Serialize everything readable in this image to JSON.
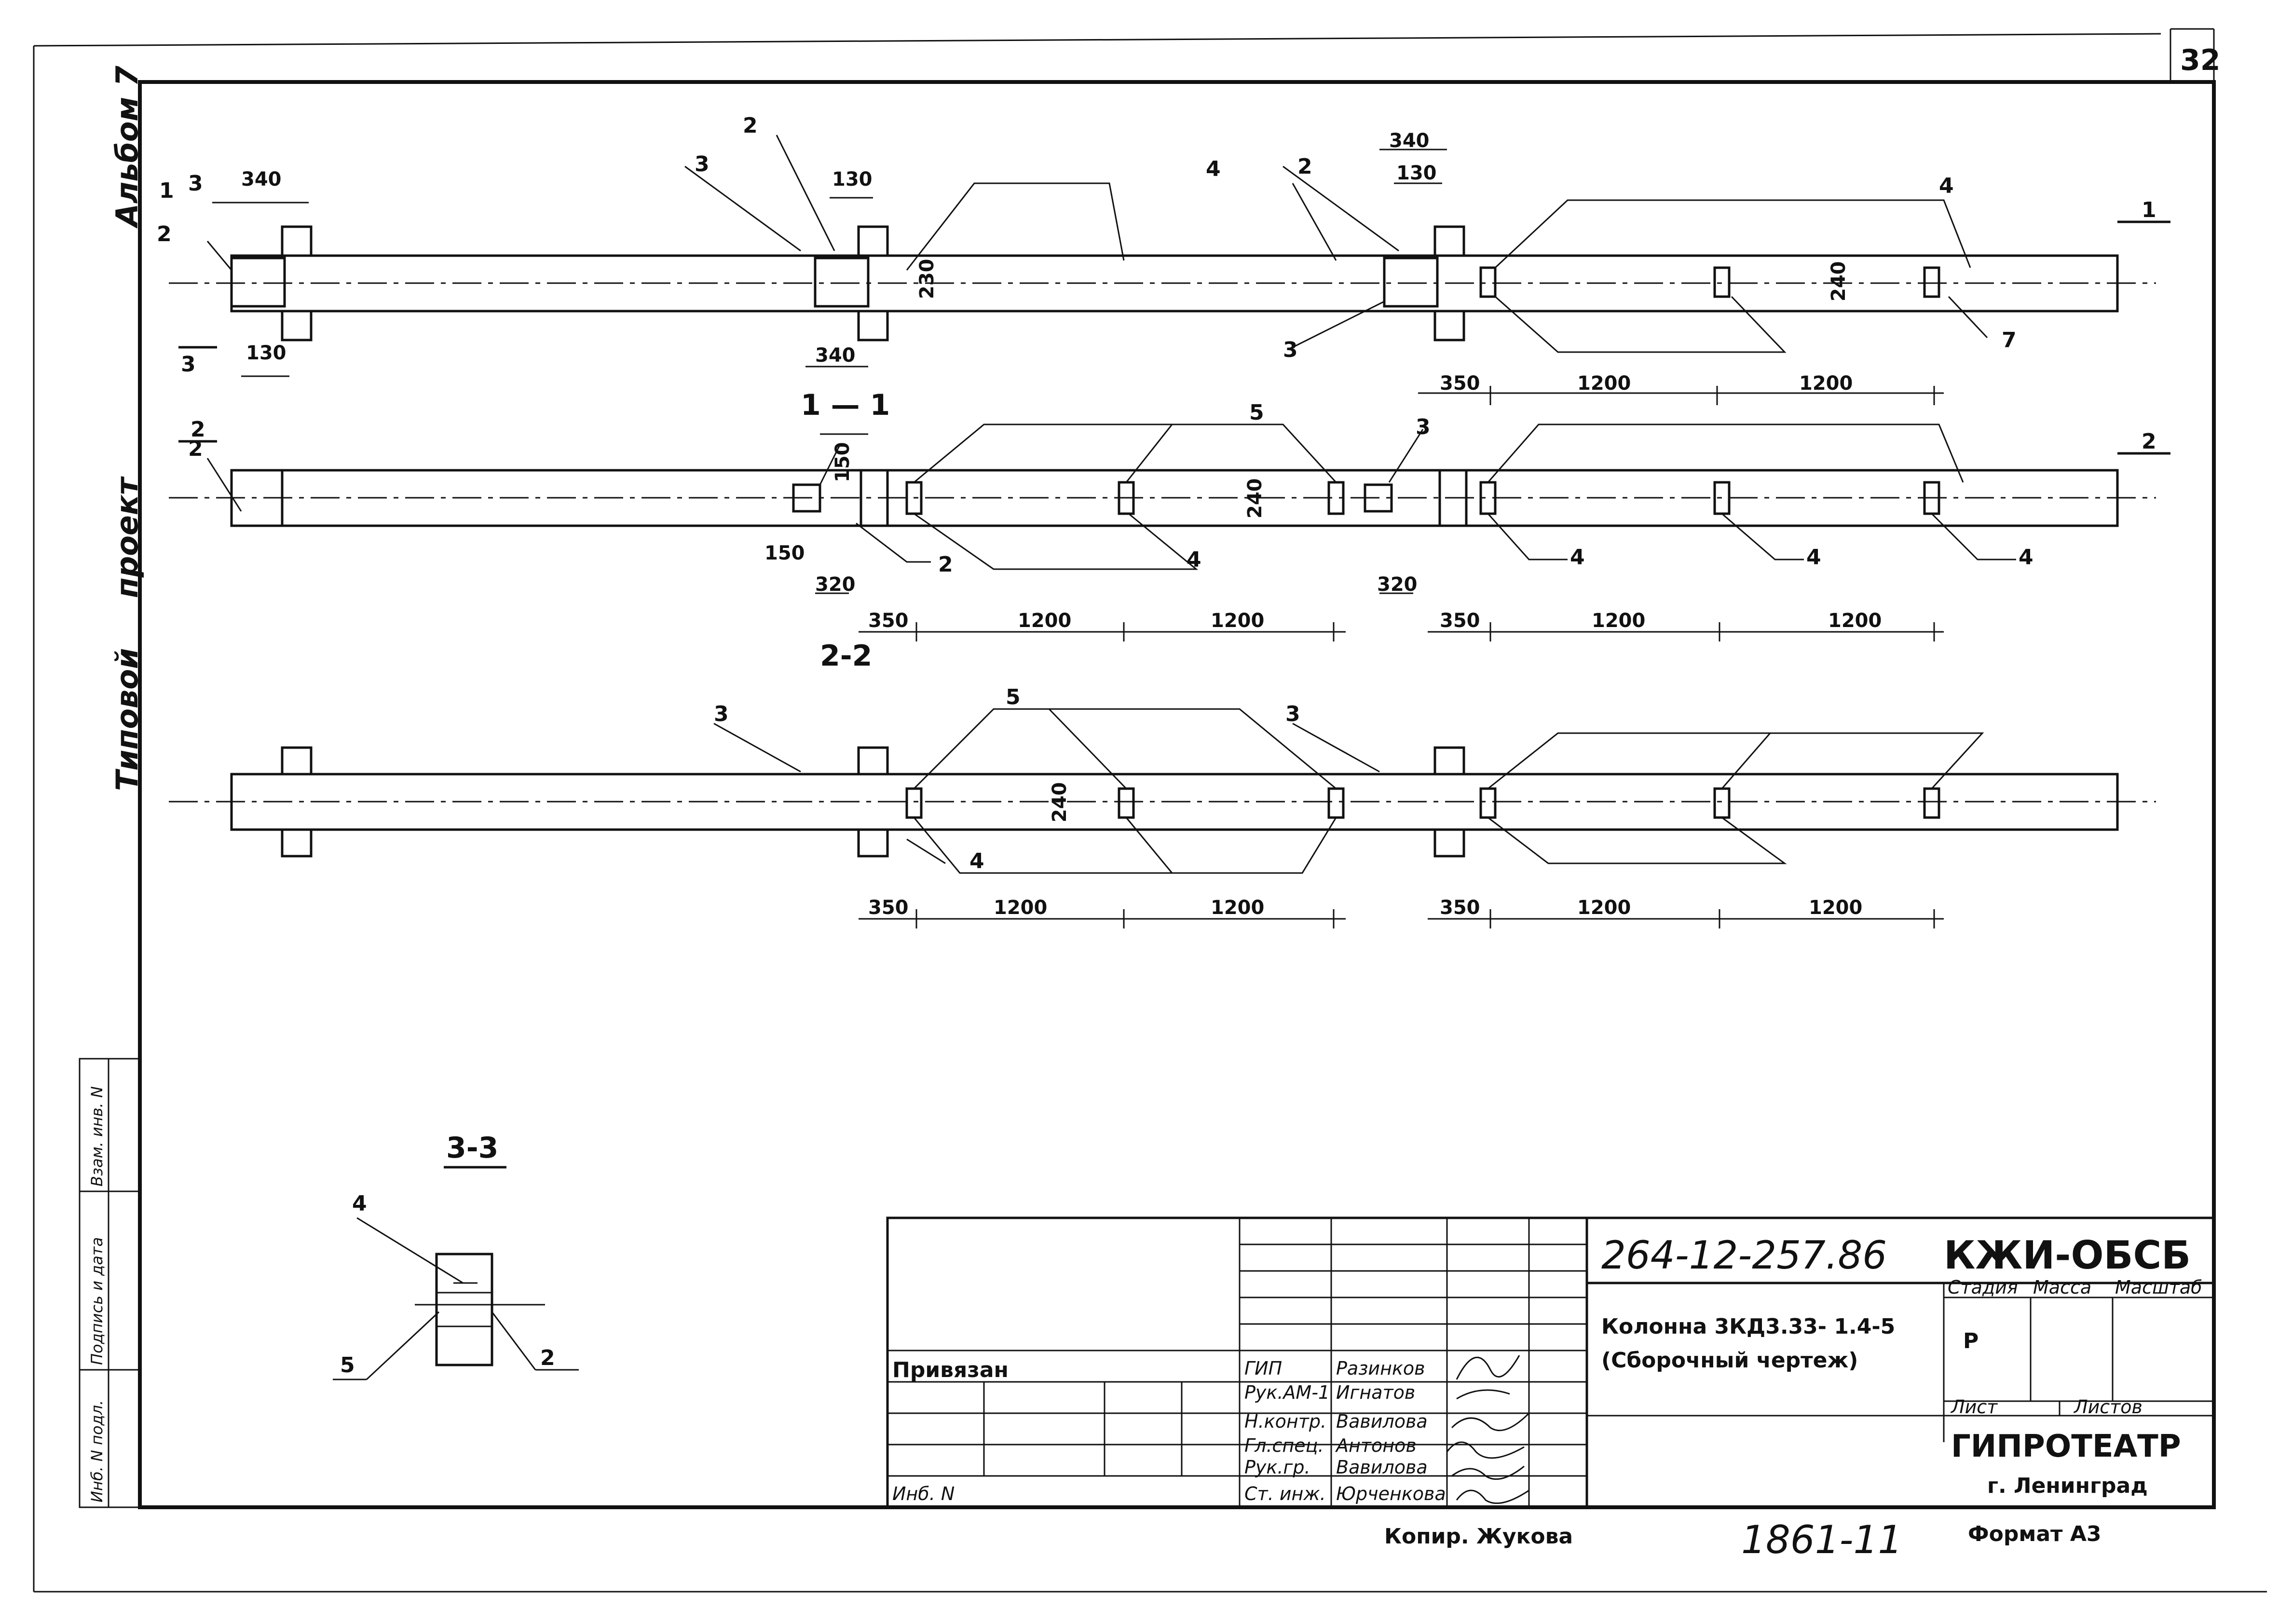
{
  "sheet_number": "32",
  "side_stamp": {
    "album": "Альбом 7",
    "project_a": "проект",
    "project_b": "Типовой"
  },
  "left_stamp": {
    "inv_podl": "Инб. N подл.",
    "podpis": "Подпись и дата",
    "vzam": "Взам. инв. N"
  },
  "sections": {
    "s11": "1 — 1",
    "s22": "2-2",
    "s33": "3-3"
  },
  "cut_marks": {
    "one": "1",
    "two": "2",
    "three": "3"
  },
  "leaders": {
    "n1": "1",
    "n2": "2",
    "n3": "3",
    "n4": "4",
    "n5": "5",
    "n7": "7"
  },
  "dims": {
    "d340": "340",
    "d130": "130",
    "d230": "230",
    "d240": "240",
    "d150": "150",
    "d320": "320",
    "d350": "350",
    "d1200": "1200"
  },
  "title_block": {
    "doc_code": "264-12-257.86",
    "sheet_code": "КЖИ-ОБСБ",
    "title_line1": "Колонна 3КД3.33- 1.4-5",
    "title_line2": "(Сборочный чертеж)",
    "stage_label": "Стадия",
    "mass_label": "Масса",
    "scale_label": "Масштаб",
    "stage_value": "Р",
    "sheet_label": "Лист",
    "sheets_label": "Листов",
    "org": "ГИПРОТЕАТР",
    "city": "г. Ленинград",
    "format": "Формат А3",
    "privyazan": "Привязан",
    "inv": "Инб. N",
    "copied": "Копир. Жукова",
    "archive": "1861-11",
    "roles": [
      {
        "role": "ГИП",
        "name": "Разинков"
      },
      {
        "role": "Рук.АМ-1",
        "name": "Игнатов"
      },
      {
        "role": "Н.контр.",
        "name": "Вавилова"
      },
      {
        "role": "Гл.спец.",
        "name": "Антонов"
      },
      {
        "role": "Рук.гр.",
        "name": "Вавилова"
      },
      {
        "role": "Ст. инж.",
        "name": "Юрченкова"
      }
    ]
  }
}
